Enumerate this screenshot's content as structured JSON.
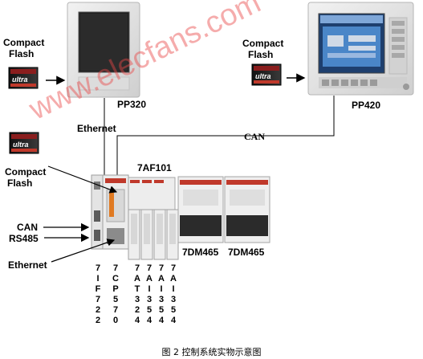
{
  "labels": {
    "cf_left": [
      "Compact",
      "Flash"
    ],
    "cf_right": [
      "Compact",
      "Flash"
    ],
    "cf_bottom": [
      "Compact",
      "Flash"
    ],
    "pp320": "PP320",
    "pp420": "PP420",
    "ethernet_top": "Ethernet",
    "can_bus": "CAN",
    "module_7af101": "7AF101",
    "can_port": "CAN",
    "rs485_port": "RS485",
    "ethernet_port": "Ethernet",
    "dm465_a": "7DM465",
    "dm465_b": "7DM465",
    "cf_card_brand": "ultra"
  },
  "module_columns": [
    [
      "7",
      "I",
      "F",
      "7",
      "2",
      "2"
    ],
    [
      "7",
      "C",
      "P",
      "5",
      "7",
      "0"
    ],
    [
      "7",
      "A",
      "T",
      "3",
      "2",
      "4"
    ],
    [
      "7",
      "A",
      "I",
      "3",
      "5",
      "4"
    ],
    [
      "7",
      "A",
      "I",
      "3",
      "5",
      "4"
    ],
    [
      "7",
      "A",
      "I",
      "3",
      "5",
      "4"
    ]
  ],
  "caption": "图 2  控制系统实物示意图",
  "watermark": "www.elecfans.com",
  "colors": {
    "arrow": "#000000",
    "panel_frame": "#e6e6e6",
    "screen_dark": "#1f1f1f",
    "screen_hmi": "#4a86c8",
    "module_body": "#ededed",
    "module_accent": "#c0392b",
    "terminal": "#2b2b2b",
    "watermark": "#e84646"
  }
}
